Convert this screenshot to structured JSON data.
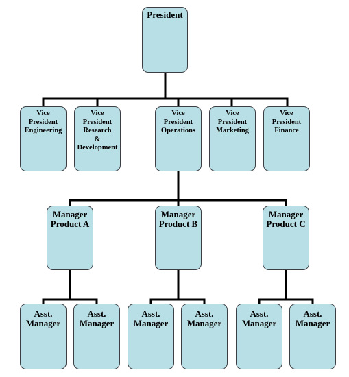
{
  "org_chart": {
    "president": "President",
    "vice_presidents": [
      "Vice\nPresident\nEngineering",
      "Vice\nPresident\nResearch\n&\nDevelopment",
      "Vice\nPresident\nOperations",
      "Vice\nPresident\nMarketing",
      "Vice\nPresident\nFinance"
    ],
    "managers": [
      "Manager\nProduct A",
      "Manager\nProduct B",
      "Manager\nProduct C"
    ],
    "assistants": [
      "Asst.\nManager",
      "Asst.\nManager",
      "Asst.\nManager",
      "Asst.\nManager",
      "Asst.\nManager",
      "Asst.\nManager"
    ]
  },
  "colors": {
    "box_fill": "#b9dfe6",
    "box_border": "#3b3f44",
    "connector": "#000000"
  }
}
